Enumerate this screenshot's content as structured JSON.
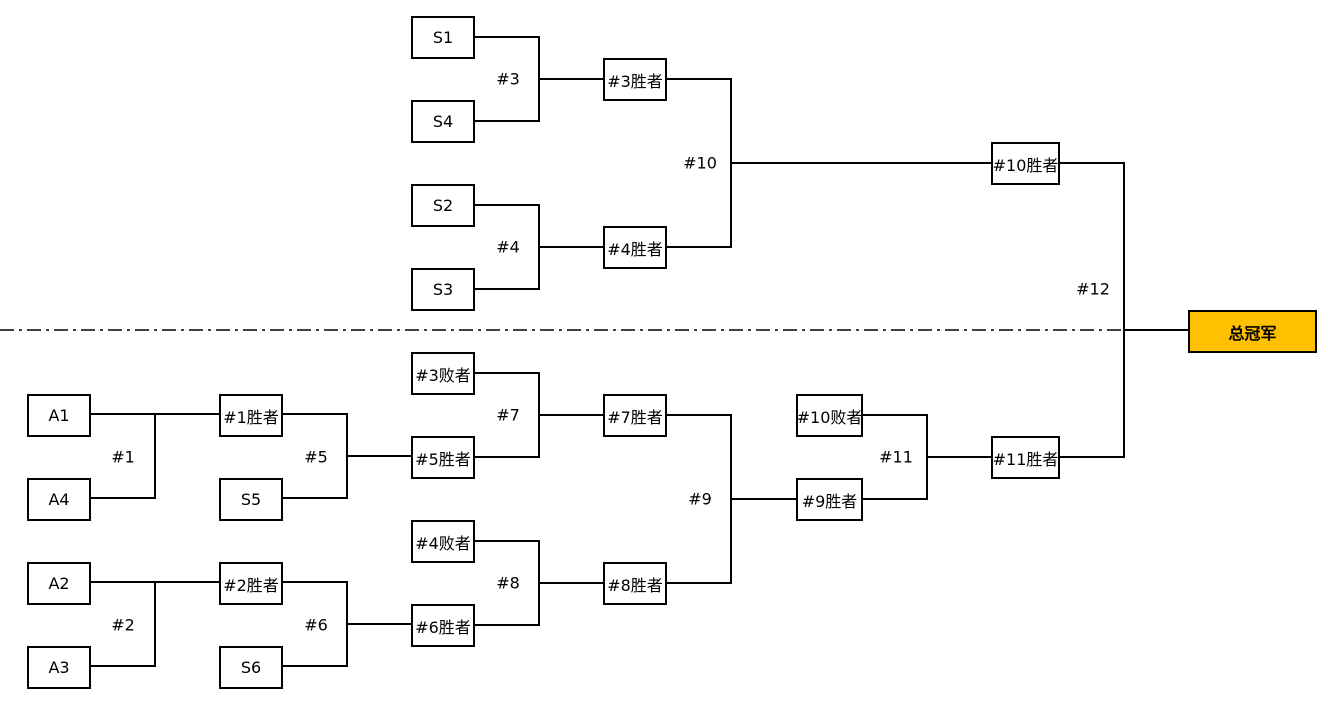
{
  "colors": {
    "line": "#000000",
    "box_border": "#000000",
    "champion_fill": "#FFC000"
  },
  "boxes": {
    "S1": "S1",
    "S4": "S4",
    "S2": "S2",
    "S3": "S3",
    "W3": "#3胜者",
    "W4": "#4胜者",
    "W10": "#10胜者",
    "L3": "#3败者",
    "W5": "#5胜者",
    "L4": "#4败者",
    "W6": "#6胜者",
    "W7": "#7胜者",
    "W8": "#8胜者",
    "L10": "#10败者",
    "W9": "#9胜者",
    "W11": "#11胜者",
    "A1": "A1",
    "A4": "A4",
    "A2": "A2",
    "A3": "A3",
    "W1": "#1胜者",
    "S5": "S5",
    "W2": "#2胜者",
    "S6": "S6",
    "champion": "总冠军"
  },
  "matches": {
    "m1": "#1",
    "m2": "#2",
    "m3": "#3",
    "m4": "#4",
    "m5": "#5",
    "m6": "#6",
    "m7": "#7",
    "m8": "#8",
    "m9": "#9",
    "m10": "#10",
    "m11": "#11",
    "m12": "#12"
  }
}
